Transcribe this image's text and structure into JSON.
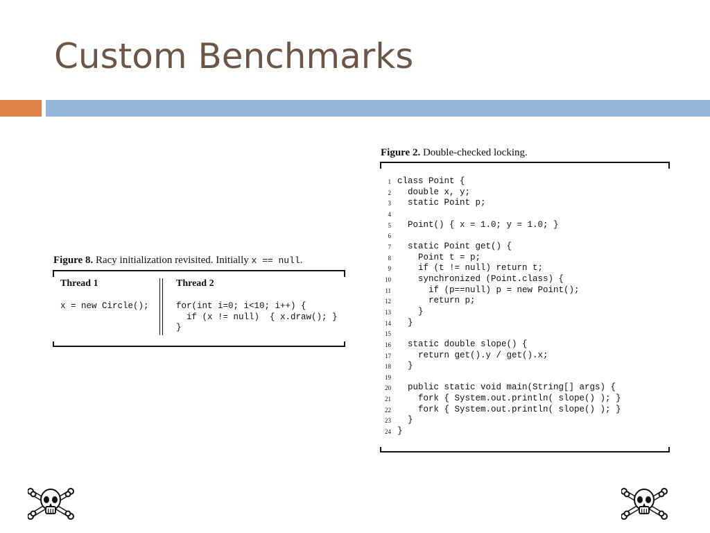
{
  "slide": {
    "title": "Custom Benchmarks"
  },
  "figure8": {
    "label": "Figure 8.",
    "caption": "Racy initialization revisited. Initially",
    "caption_code": "x == null",
    "caption_end": ".",
    "thread1_header": "Thread 1",
    "thread2_header": "Thread 2",
    "thread1_code": "x = new Circle();",
    "thread2_code": "for(int i=0; i<10; i++) {\n  if (x != null)  { x.draw(); }\n}"
  },
  "figure2": {
    "label": "Figure 2.",
    "caption": "Double-checked locking.",
    "lines": [
      {
        "n": "1",
        "code": "class Point {"
      },
      {
        "n": "2",
        "code": "  double x, y;"
      },
      {
        "n": "3",
        "code": "  static Point p;"
      },
      {
        "n": "4",
        "code": ""
      },
      {
        "n": "5",
        "code": "  Point() { x = 1.0; y = 1.0; }"
      },
      {
        "n": "6",
        "code": ""
      },
      {
        "n": "7",
        "code": "  static Point get() {"
      },
      {
        "n": "8",
        "code": "    Point t = p;"
      },
      {
        "n": "9",
        "code": "    if (t != null) return t;"
      },
      {
        "n": "10",
        "code": "    synchronized (Point.class) {"
      },
      {
        "n": "11",
        "code": "      if (p==null) p = new Point();"
      },
      {
        "n": "12",
        "code": "      return p;"
      },
      {
        "n": "13",
        "code": "    }"
      },
      {
        "n": "14",
        "code": "  }"
      },
      {
        "n": "15",
        "code": ""
      },
      {
        "n": "16",
        "code": "  static double slope() {"
      },
      {
        "n": "17",
        "code": "    return get().y / get().x;"
      },
      {
        "n": "18",
        "code": "  }"
      },
      {
        "n": "19",
        "code": ""
      },
      {
        "n": "20",
        "code": "  public static void main(String[] args) {"
      },
      {
        "n": "21",
        "code": "    fork { System.out.println( slope() ); }"
      },
      {
        "n": "22",
        "code": "    fork { System.out.println( slope() ); }"
      },
      {
        "n": "23",
        "code": "  }"
      },
      {
        "n": "24",
        "code": "}"
      }
    ]
  },
  "decorations": {
    "icon": "skull-crossbones-icon"
  }
}
